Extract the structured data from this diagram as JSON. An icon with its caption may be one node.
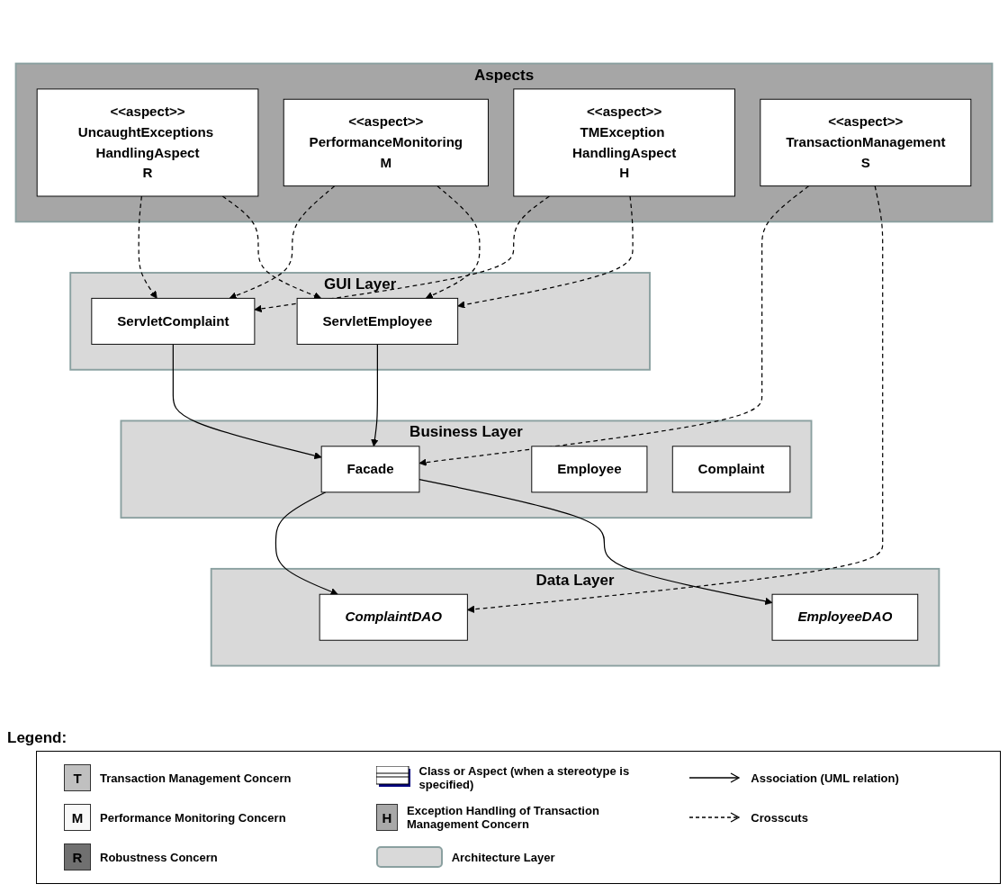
{
  "diagram": {
    "nodes": [
      {
        "text": [
          "Aspects"
        ]
      },
      {
        "text": [
          "<<aspect>>",
          "UncaughtExceptions HandlingAspect",
          "R"
        ],
        "in": 0
      },
      {
        "text": [
          "<<aspect>>",
          "PerformanceMonitoring",
          "M"
        ],
        "in": 0
      },
      {
        "text": [
          "<<aspect>>",
          "TMException HandlingAspect",
          "H"
        ],
        "in": 0
      },
      {
        "text": [
          "<<aspect>>",
          "TransactionManagement",
          "S"
        ],
        "in": 0
      },
      {
        "text": [
          "GUI Layer"
        ]
      },
      {
        "text": [
          "ServletComplaint"
        ],
        "in": 5
      },
      {
        "text": [
          "ServletEmployee"
        ],
        "in": 5
      },
      {
        "text": [
          "Business Layer"
        ]
      },
      {
        "text": [
          "Facade"
        ],
        "in": 8
      },
      {
        "text": [
          "Employee"
        ],
        "in": 8
      },
      {
        "text": [
          "Complaint"
        ],
        "in": 8
      },
      {
        "text": [
          "Data Layer"
        ]
      },
      {
        "text": [
          "ComplaintDAO"
        ],
        "in": 12
      },
      {
        "text": [
          "EmployeeDAO"
        ],
        "in": 12
      }
    ],
    "edges": [
      {
        "from": 1,
        "to": 6,
        "arrow": "to",
        "style": "dashed"
      },
      {
        "from": 1,
        "to": 7,
        "arrow": "to",
        "style": "dashed"
      },
      {
        "from": 2,
        "to": 6,
        "arrow": "to",
        "style": "dashed"
      },
      {
        "from": 2,
        "to": 7,
        "arrow": "to",
        "style": "dashed"
      },
      {
        "from": 3,
        "to": 6,
        "arrow": "to",
        "style": "dashed"
      },
      {
        "from": 3,
        "to": 7,
        "arrow": "to",
        "style": "dashed"
      },
      {
        "from": 6,
        "to": 9,
        "arrow": "to"
      },
      {
        "from": 7,
        "to": 9,
        "arrow": "to"
      },
      {
        "from": 4,
        "to": 9,
        "arrow": "to",
        "style": "dashed"
      },
      {
        "from": 4,
        "to": 13,
        "arrow": "to",
        "style": "dashed"
      },
      {
        "from": 9,
        "to": 13,
        "arrow": "to"
      },
      {
        "from": 9,
        "to": 14,
        "arrow": "to"
      }
    ],
    "labels": [
      "Legend:",
      "T",
      "M",
      "R",
      "H"
    ],
    "legend": [
      {
        "text": "Transaction Management Concern",
        "color": "#c0c0c0"
      },
      {
        "text": "Class or Aspect (when a stereotype is specified)"
      },
      {
        "text": "Association (UML relation)"
      },
      {
        "text": "Performance Monitoring Concern",
        "color": "#f8f8f8"
      },
      {
        "text": "Exception Handling of Transaction Management Concern",
        "color": "#a8a8a8"
      },
      {
        "text": "Crosscuts"
      },
      {
        "text": "Robustness Concern",
        "color": "#707070"
      },
      {
        "text": "Architecture Layer",
        "color": "#d9d9d9"
      }
    ]
  }
}
